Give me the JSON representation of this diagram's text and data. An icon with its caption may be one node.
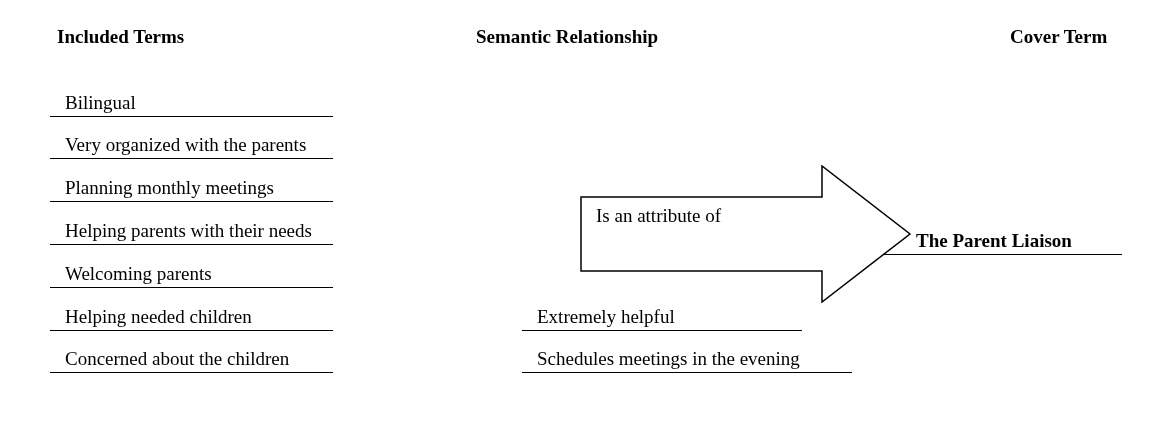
{
  "diagram": {
    "nodes": [
      {
        "text": [
          "Is an attribute of"
        ]
      }
    ],
    "labels": [
      "Included Terms",
      "Semantic Relationship",
      "Cover Term",
      "Bilingual",
      "Very organized with the parents",
      "Planning monthly meetings",
      "Helping parents with their needs",
      "The Parent Liaison",
      "Welcoming parents",
      "Helping needed children",
      "Extremely helpful",
      "Concerned about the children",
      "Schedules meetings in the evening"
    ]
  }
}
